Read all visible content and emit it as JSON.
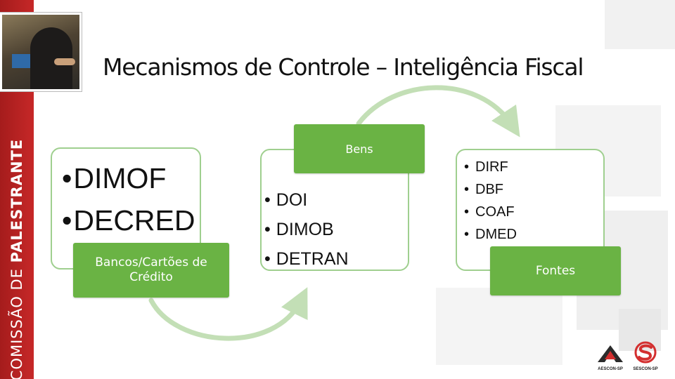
{
  "title": "Mecanismos de Controle – Inteligência Fiscal",
  "sidebar": {
    "prefix": "COMISSÃO DE ",
    "emphasis": "PALESTRANTE"
  },
  "diagram": {
    "nodes": [
      {
        "items": [
          "DIMOF",
          "DECRED"
        ],
        "label": "Bancos/Cartões de Crédito"
      },
      {
        "items": [
          "DOI",
          "DIMOB",
          "DETRAN"
        ],
        "label": "Bens"
      },
      {
        "items": [
          "DIRF",
          "DBF",
          "COAF",
          "DMED"
        ],
        "label": "Fontes"
      }
    ]
  },
  "logos": {
    "left": "AESCON-SP",
    "right": "SESCON-SP"
  },
  "colors": {
    "accent_green": "#6ab344",
    "outline_green": "#9fcf8f",
    "arrow_green": "#c3dfb6",
    "strip_red": "#b71c1c"
  }
}
